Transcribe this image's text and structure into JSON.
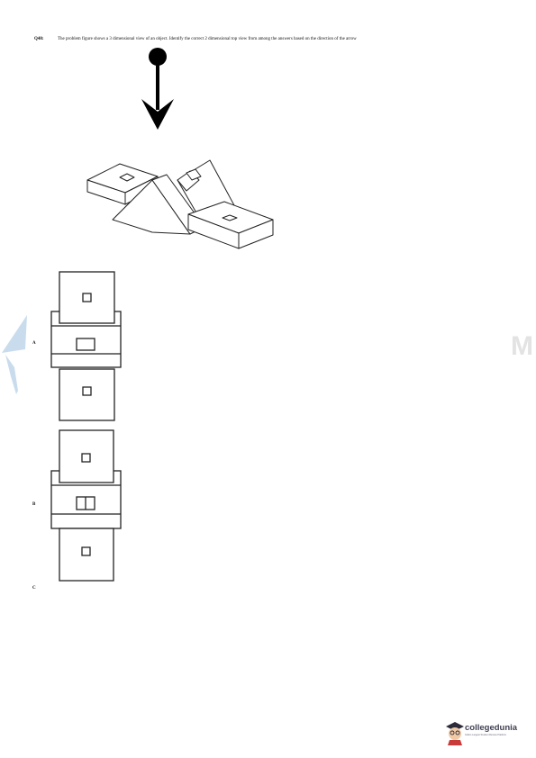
{
  "question": {
    "number": "Q48:",
    "text": "The problem figure shows a 3 dimensional view of an object. Identify the correct 2 dimensional top view from among the answers based on the direction of the arrow"
  },
  "options": [
    {
      "label": "A"
    },
    {
      "label": "B"
    },
    {
      "label": "C"
    }
  ],
  "watermark": {
    "right_text": "M"
  },
  "branding": {
    "name": "collegedunia",
    "tagline": "India's Largest Student Review Platform"
  },
  "colors": {
    "watermark_blue": "#c9dced",
    "watermark_gray": "#e3e3e3",
    "logo_text": "#3f3f52"
  }
}
